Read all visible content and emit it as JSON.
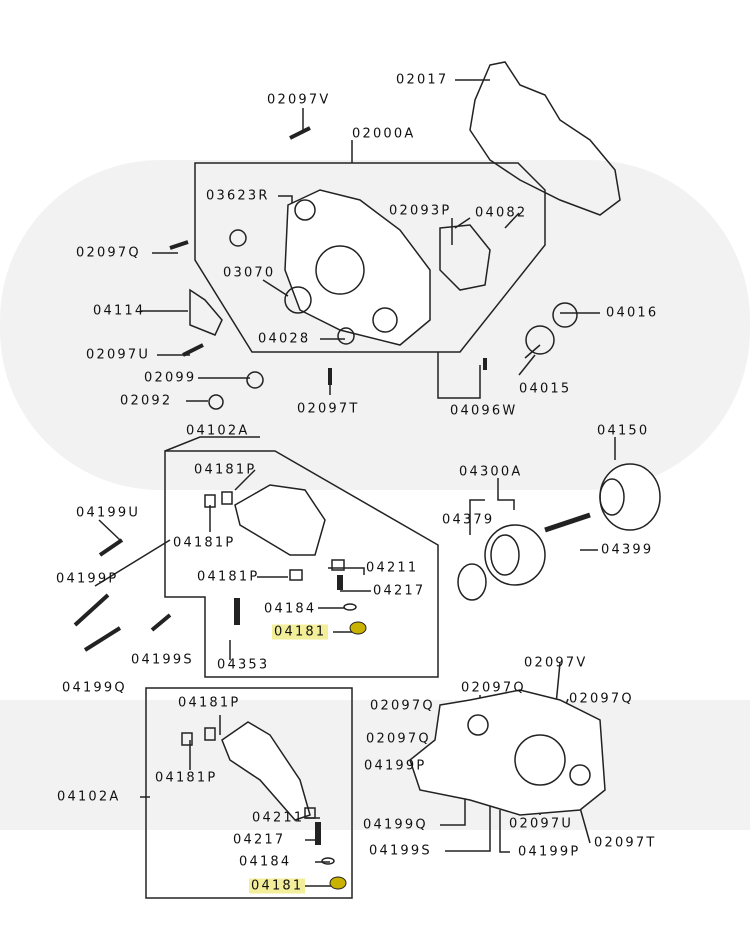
{
  "diagram": {
    "title": "Oil pump / front case parts diagram",
    "highlight_color": "#f3ee9a",
    "highlight_part_color": "#c9b200",
    "labels": [
      {
        "text": "02017"
      },
      {
        "text": "02097V"
      },
      {
        "text": "02000A"
      },
      {
        "text": "03623R"
      },
      {
        "text": "02093P"
      },
      {
        "text": "04082"
      },
      {
        "text": "02097Q"
      },
      {
        "text": "03070"
      },
      {
        "text": "04114"
      },
      {
        "text": "04016"
      },
      {
        "text": "04028"
      },
      {
        "text": "02097U"
      },
      {
        "text": "04015"
      },
      {
        "text": "02099"
      },
      {
        "text": "02092"
      },
      {
        "text": "02097T"
      },
      {
        "text": "04096W"
      },
      {
        "text": "04102A"
      },
      {
        "text": "04150"
      },
      {
        "text": "04181P"
      },
      {
        "text": "04300A"
      },
      {
        "text": "04199U"
      },
      {
        "text": "04379"
      },
      {
        "text": "04181P"
      },
      {
        "text": "04399"
      },
      {
        "text": "04181P"
      },
      {
        "text": "04211"
      },
      {
        "text": "04199P"
      },
      {
        "text": "04217"
      },
      {
        "text": "04184"
      },
      {
        "text": "04181",
        "highlighted": true
      },
      {
        "text": "04199S"
      },
      {
        "text": "04353"
      },
      {
        "text": "02097V"
      },
      {
        "text": "04199Q"
      },
      {
        "text": "02097Q"
      },
      {
        "text": "02097Q"
      },
      {
        "text": "02097Q"
      },
      {
        "text": "04181P"
      },
      {
        "text": "02097Q"
      },
      {
        "text": "04199P"
      },
      {
        "text": "04181P"
      },
      {
        "text": "04102A"
      },
      {
        "text": "04211"
      },
      {
        "text": "02097U"
      },
      {
        "text": "04199Q"
      },
      {
        "text": "02097T"
      },
      {
        "text": "04217"
      },
      {
        "text": "04199S"
      },
      {
        "text": "04199P"
      },
      {
        "text": "04184"
      },
      {
        "text": "04181",
        "highlighted": true
      }
    ]
  }
}
